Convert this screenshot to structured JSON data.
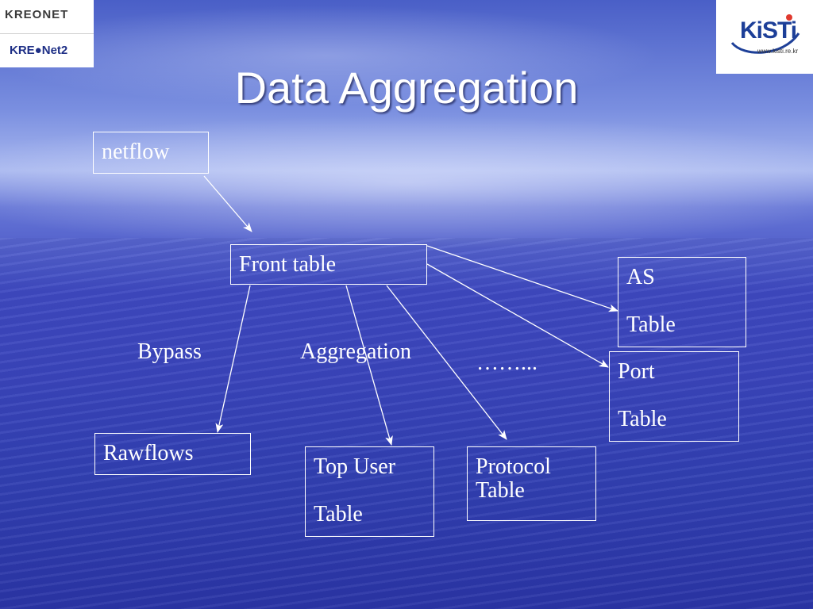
{
  "slide": {
    "title": "Data Aggregation"
  },
  "logos": {
    "kreonet": "KREONET",
    "kreonet2": "KRE●Net2",
    "kisti": "KiSTi",
    "kisti_url": "www.kisti.re.kr"
  },
  "boxes": {
    "netflow": "netflow",
    "front_table": "Front table",
    "as_table": {
      "line1": "AS",
      "line2": "Table"
    },
    "port_table": {
      "line1": "Port",
      "line2": "Table"
    },
    "rawflows": "Rawflows",
    "top_user_table": {
      "line1": "Top User",
      "line2": "Table"
    },
    "protocol_table": {
      "line1": "Protocol",
      "line2": "Table"
    }
  },
  "labels": {
    "bypass": "Bypass",
    "aggregation": "Aggregation",
    "ellipsis": "……..."
  },
  "colors": {
    "foreground": "#ffffff",
    "logo_blue": "#1d3f98"
  }
}
